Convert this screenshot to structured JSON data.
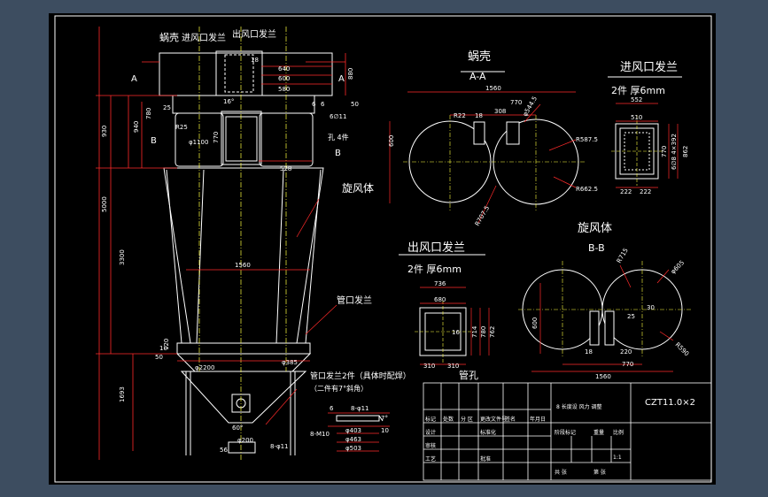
{
  "colors": {
    "background": "#3d4d60",
    "paper": "#000000",
    "outline": "#ffffff",
    "dimension": "#ff2a2a",
    "centerline": "#ffff40"
  },
  "main_view": {
    "labels": {
      "volute": "蜗壳",
      "inlet_flange": "进风口发兰",
      "outlet_flange": "出风口发兰",
      "body": "旋风体",
      "pipe_flange": "管口发兰",
      "flange_note": "管口发兰2件（具体时配焊）",
      "flange_note2": "（二件有7°斜角）"
    },
    "section_marks": {
      "a_left": "A",
      "a_right": "A",
      "b_left": "B",
      "b_right": "B",
      "hole": "孔 4件"
    },
    "dims": {
      "d640": "640",
      "d600": "600",
      "d580": "580",
      "d18": "18",
      "d880": "880",
      "d6a": "6",
      "d6b": "6",
      "d50": "50",
      "d6_11": "6∅11",
      "d930": "930",
      "d940": "940",
      "d780": "780",
      "d770": "770",
      "d25": "25",
      "dR25": "R25",
      "d16": "16°",
      "d1100": "φ1100",
      "d5000": "5000",
      "d3300": "3300",
      "d1560": "1560",
      "d528": "528",
      "d10": "10",
      "d50b": "50",
      "d120": "120",
      "d2200": "φ2200",
      "d385": "φ385",
      "d1693": "1693",
      "d60": "60°",
      "d200": "φ200",
      "d56": "56",
      "d8_11": "8-φ11"
    }
  },
  "section_aa": {
    "title": "蜗壳",
    "subtitle": "A-A",
    "dims": {
      "w1560": "1560",
      "h600": "600",
      "r22": "R22",
      "d18": "18",
      "d308": "308",
      "d770": "770",
      "d544": "φ544.5",
      "r5875": "R587.5",
      "r6625": "R662.5",
      "r7075": "R707.5"
    }
  },
  "inlet_flange": {
    "title": "进风口发兰",
    "spec": "2件 厚6mm",
    "dims": {
      "d552": "552",
      "d510": "510",
      "d770": "770",
      "d862": "862",
      "d392": "6∅8 4×392",
      "d222a": "222",
      "d222b": "222"
    }
  },
  "outlet_flange": {
    "title": "出风口发兰",
    "spec": "2件 厚6mm",
    "dims": {
      "d736": "736",
      "d680": "680",
      "d714": "714",
      "d780": "780",
      "d762": "762",
      "d16": "16",
      "d310a": "310",
      "d310b": "310"
    }
  },
  "section_bb": {
    "title": "旋风体",
    "subtitle": "B-B",
    "dims": {
      "r715": "R715",
      "d605": "φ605",
      "r590": "R590",
      "d600": "600",
      "d25": "25",
      "d30": "30",
      "d18": "18",
      "d220": "220",
      "d770": "770",
      "d1560": "1560"
    }
  },
  "detail": {
    "title": "管孔",
    "note": "8-M10",
    "dims": {
      "d6": "6",
      "d8_11": "8-φ11",
      "d7": "7°",
      "d10": "10",
      "d403": "φ403",
      "d463": "φ463",
      "d503": "φ503"
    }
  },
  "title_block": {
    "product": "CZT11.0×2",
    "description": "8 长度设 风力 调整",
    "rows": [
      [
        "标记",
        "处数",
        "分 区",
        "更改文件号",
        "签名",
        "年月日"
      ],
      [
        "设计",
        "",
        "",
        "标准化",
        "",
        ""
      ],
      [
        "审核",
        "",
        "",
        "",
        ""
      ],
      [
        "工艺",
        "",
        "",
        "批准",
        ""
      ]
    ],
    "stage": "阶段标记",
    "weight": "重量",
    "scale": "比例",
    "scale_value": "1:1",
    "sheet": "共 张",
    "sheet2": "第 张"
  }
}
